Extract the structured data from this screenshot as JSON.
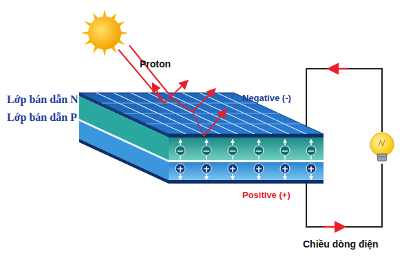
{
  "diagram": {
    "labels": [
      "Proton",
      "Lớp bán dẫn N",
      "Lớp bán dẫn P",
      "Negative (-)",
      "−",
      "−",
      "−",
      "−",
      "−",
      "−",
      "+",
      "+",
      "+",
      "+",
      "+",
      "+",
      "Positive (+)",
      "Chiều dòng điện"
    ]
  }
}
